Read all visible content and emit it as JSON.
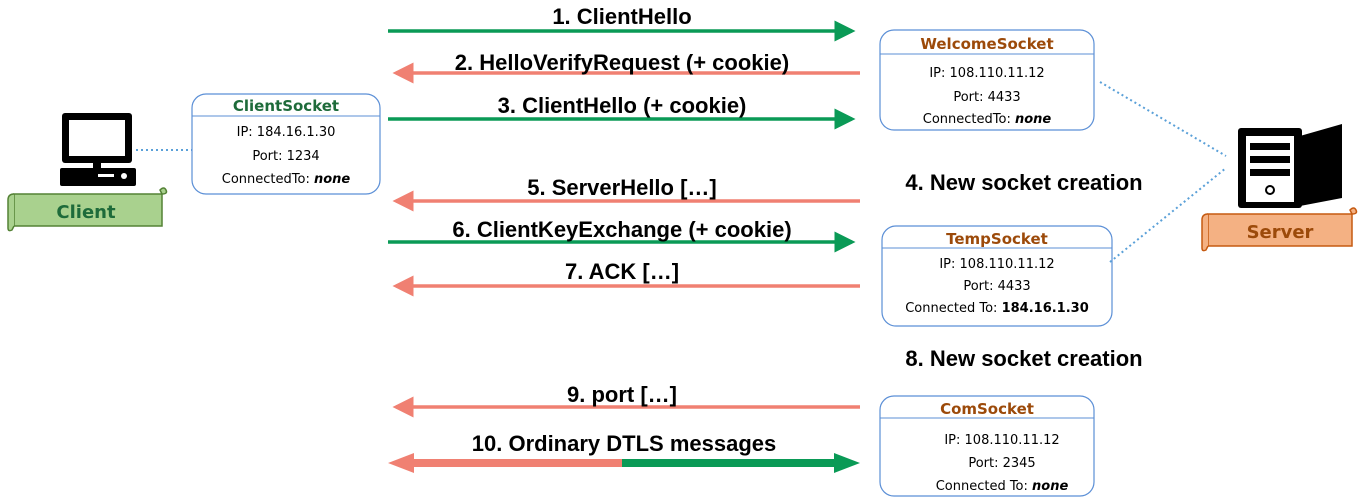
{
  "colors": {
    "green": "#0a9a56",
    "salmon": "#f08072",
    "box_border": "#5b8fd6",
    "dotted_link": "#5aa0d8",
    "client_title": "#1e6b3a",
    "server_title": "#9c4a0a",
    "client_banner_fill": "#a9d18e",
    "client_banner_stroke": "#548235",
    "server_banner_fill": "#f4b183",
    "server_banner_stroke": "#c55a11"
  },
  "icons": {
    "client": "computer-icon",
    "server": "server-icon"
  },
  "client": {
    "label": "Client",
    "socket": {
      "title": "ClientSocket",
      "ip": "IP: 184.16.1.30",
      "port": "Port: 1234",
      "connected_prefix": "ConnectedTo: ",
      "connected_value": "none"
    }
  },
  "server": {
    "label": "Server",
    "sockets": {
      "welcome": {
        "title": "WelcomeSocket",
        "ip": "IP: 108.110.11.12",
        "port": "Port: 4433",
        "connected_prefix": "ConnectedTo: ",
        "connected_value": "none"
      },
      "temp": {
        "title": "TempSocket",
        "ip": "IP: 108.110.11.12",
        "port": "Port: 4433",
        "connected_prefix": "Connected To: ",
        "connected_value": "184.16.1.30"
      },
      "com": {
        "title": "ComSocket",
        "ip": "IP: 108.110.11.12",
        "port": "Port: 2345",
        "connected_prefix": "Connected To: ",
        "connected_value": "none"
      }
    }
  },
  "messages": [
    {
      "label": "1. ClientHello",
      "direction": "to-server"
    },
    {
      "label": "2. HelloVerifyRequest (+ cookie)",
      "direction": "to-client"
    },
    {
      "label": "3. ClientHello (+ cookie)",
      "direction": "to-server"
    },
    {
      "label": "5. ServerHello […]",
      "direction": "to-client"
    },
    {
      "label": "6. ClientKeyExchange (+ cookie)",
      "direction": "to-server"
    },
    {
      "label": "7. ACK […]",
      "direction": "to-client"
    },
    {
      "label": "9. port […]",
      "direction": "to-client"
    },
    {
      "label": "10. Ordinary DTLS messages",
      "direction": "both"
    }
  ],
  "events": [
    {
      "label": "4. New socket creation"
    },
    {
      "label": "8. New socket creation"
    }
  ]
}
